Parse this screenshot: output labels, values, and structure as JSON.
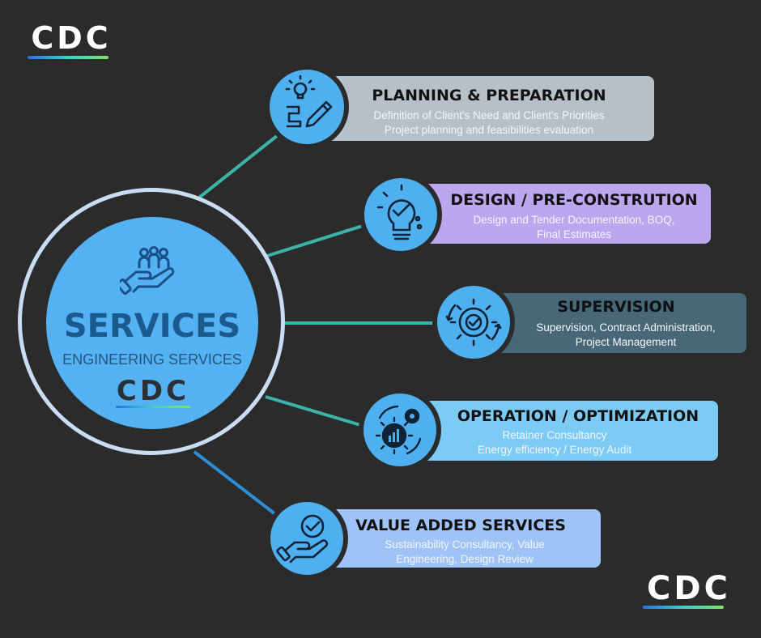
{
  "brand": {
    "logo_text": "CDC"
  },
  "center": {
    "title": "SERVICES",
    "subtitle": "ENGINEERING SERVICES",
    "logo_text": "CDC"
  },
  "services": [
    {
      "title": "PLANNING & PREPARATION",
      "lines": [
        "Definition of Client's Need and Client's Priorities",
        "Project planning and feasibilities evaluation"
      ],
      "card_color": "#b7c0c8",
      "icon": "lightbulb-pencil-icon"
    },
    {
      "title": "DESIGN / PRE-CONSTRUTION",
      "lines": [
        "Design and Tender Documentation, BOQ,",
        "Final Estimates"
      ],
      "card_color": "#bba6f0",
      "icon": "lightbulb-check-icon"
    },
    {
      "title": "SUPERVISION",
      "lines": [
        "Supervision, Contract Administration,",
        "Project Management"
      ],
      "card_color": "#496877",
      "icon": "gear-check-icon"
    },
    {
      "title": "OPERATION / OPTIMIZATION",
      "lines": [
        "Retainer Consultancy",
        "Energy efficiency / Energy Audit"
      ],
      "card_color": "#7ccbf5",
      "icon": "gears-chart-icon"
    },
    {
      "title": "VALUE ADDED SERVICES",
      "lines": [
        "Sustainability Consultancy, Value",
        "Engineering, Design Review"
      ],
      "card_color": "#9fc3f7",
      "icon": "hand-check-icon"
    }
  ],
  "colors": {
    "background": "#2b2b2b",
    "connector": "#3bb3a8",
    "connector_bottom": "#2d8ed8",
    "center_fill": "#55b2f2",
    "center_ring": "#c9dcf3",
    "icon_circle": "#4fb0f0"
  }
}
